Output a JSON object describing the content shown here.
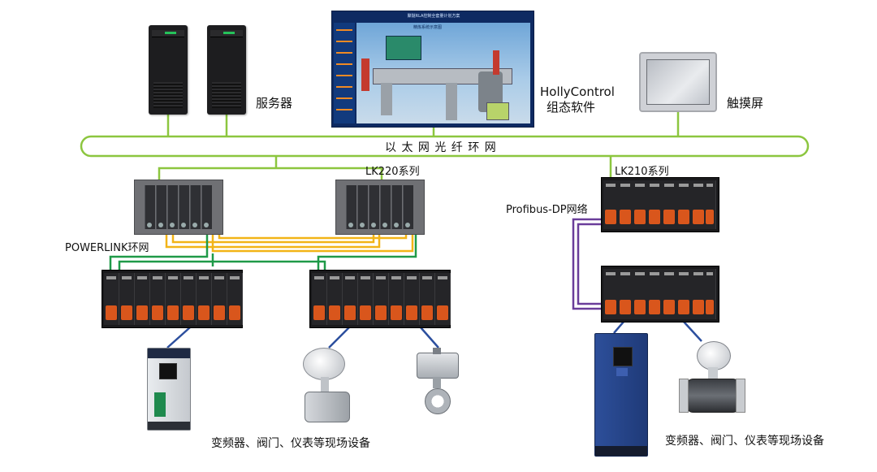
{
  "labels": {
    "server": "服务器",
    "software_line1": "HollyControl",
    "software_line2": "组态软件",
    "touchscreen": "触摸屏",
    "ethernet_ring": "以 太 网 光 纤 环 网",
    "lk220": "LK220系列",
    "lk210": "LK210系列",
    "profibus": "Profibus-DP网络",
    "powerlink": "POWERLINK环网",
    "field_left": "变频器、阀门、仪表等现场设备",
    "field_right": "变频器、阀门、仪表等现场设备"
  },
  "scada_screen": {
    "title": "聚醚RLA控制全套量计划方案",
    "subtitle": "精炼系统示意图"
  },
  "colors": {
    "ethernet": "#8cc63f",
    "powerlink_yellow": "#f2b417",
    "powerlink_green": "#1f9a48",
    "profibus": "#6a3d9a",
    "field_link": "#2c4f9e",
    "orange_module": "#d9561c"
  },
  "icons": [
    "server-icon",
    "scada-screen",
    "touchscreen-icon",
    "plc-rack",
    "io-module",
    "frequency-converter-icon",
    "pressure-transmitter-icon",
    "valve-actuator-icon",
    "flowmeter-icon"
  ]
}
